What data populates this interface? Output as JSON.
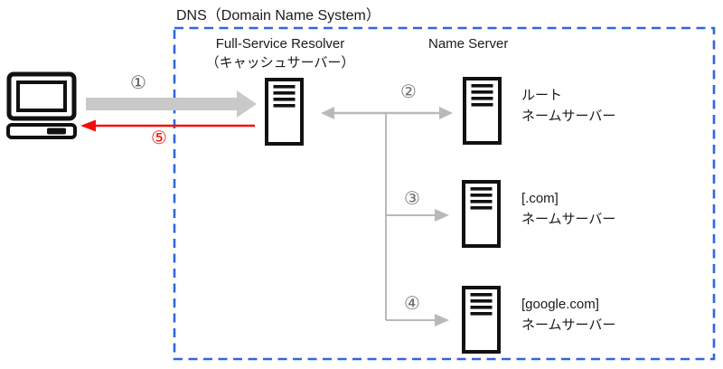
{
  "title": "DNS（Domain Name System）",
  "resolver": {
    "line1": "Full-Service Resolver",
    "line2": "（キャッシュサーバー）"
  },
  "name_server_heading": "Name Server",
  "servers": {
    "root": {
      "line1": "ルート",
      "line2": "ネームサーバー"
    },
    "com": {
      "line1": "[.com]",
      "line2": "ネームサーバー"
    },
    "google": {
      "line1": "[google.com]",
      "line2": "ネームサーバー"
    }
  },
  "steps": {
    "s1": "①",
    "s2": "②",
    "s3": "③",
    "s4": "④",
    "s5": "⑤"
  },
  "colors": {
    "boundary_blue": "#2d69d7",
    "request_arrow_gray": "#c9c9c9",
    "line_gray": "#b9b9b9",
    "response_red": "#f20d0d",
    "step_number_gray": "#6e6e6e",
    "icon_black": "#111111",
    "text_black": "#1a1a1a"
  }
}
